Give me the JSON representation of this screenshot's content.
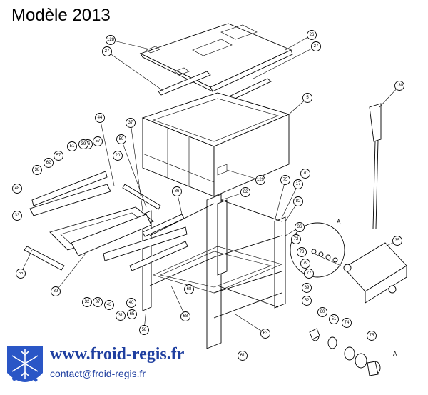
{
  "title": "Modèle 2013",
  "website": "www.froid-regis.fr",
  "contact": "contact@froid-regis.fr",
  "detail_label": "A",
  "colors": {
    "brand_blue": "#1f3fa0",
    "line": "#000000"
  },
  "callouts": [
    "128",
    "27",
    "26",
    "27",
    "5",
    "130",
    "44",
    "37",
    "36",
    "51",
    "39",
    "57",
    "62",
    "57",
    "38",
    "59",
    "20",
    "48",
    "33",
    "86",
    "62",
    "129",
    "75",
    "70",
    "17",
    "82",
    "36",
    "72",
    "73",
    "79",
    "77",
    "35",
    "55",
    "39",
    "32",
    "37",
    "43",
    "40",
    "31",
    "65",
    "58",
    "68",
    "68",
    "69",
    "52",
    "63",
    "61",
    "60",
    "51",
    "74",
    "75"
  ]
}
